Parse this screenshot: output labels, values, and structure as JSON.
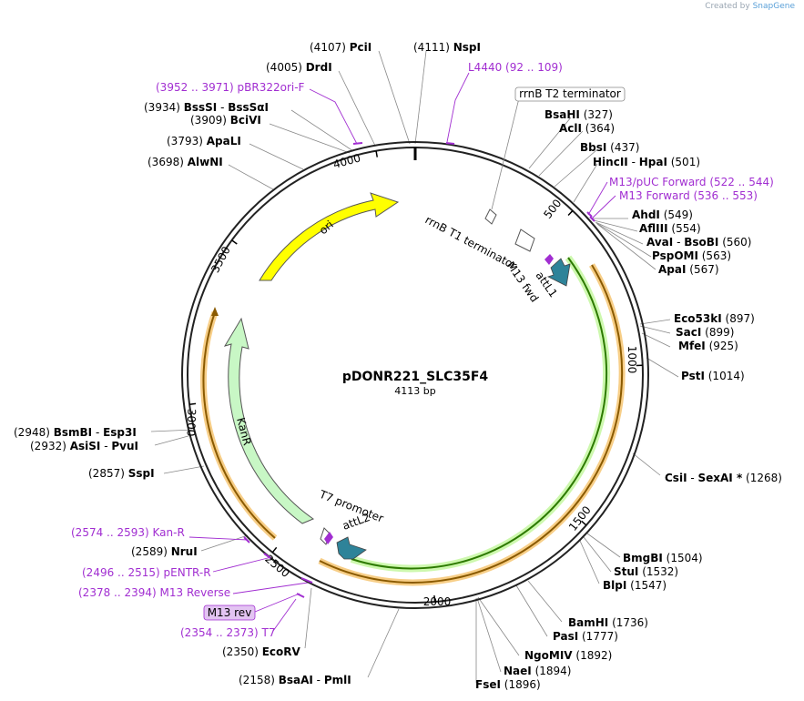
{
  "watermark": {
    "prefix": "Created by",
    "brand": "SnapGene"
  },
  "plasmid": {
    "name": "pDONR221_SLC35F4",
    "length_label": "4113 bp"
  },
  "ticks": [
    "500",
    "1000",
    "1500",
    "2000",
    "2500",
    "3000",
    "3500",
    "4000"
  ],
  "features": [
    {
      "name": "ori",
      "color": "#ffff00"
    },
    {
      "name": "KanR",
      "color": "#c8f7c5"
    },
    {
      "name": "rrnB T1 terminator",
      "color": "#ffffff"
    },
    {
      "name": "M13 fwd",
      "color": "#a12ed1"
    },
    {
      "name": "attL1",
      "color": "#2e8399"
    },
    {
      "name": "T7 promoter",
      "color": "#ffffff"
    },
    {
      "name": "attL2",
      "color": "#2e8399"
    }
  ],
  "boxed_labels": {
    "rrnb_t2": "rrnB T2 terminator",
    "m13_rev": "M13 rev"
  },
  "sites": [
    {
      "pos": "(4107)",
      "name": "PciI"
    },
    {
      "pos": "(4111)",
      "name": "NspI"
    },
    {
      "pos": "(4005)",
      "name": "DrdI"
    },
    {
      "pos": "(3934)",
      "name": "BssSI",
      "alt": "BssSαI"
    },
    {
      "pos": "(3909)",
      "name": "BciVI"
    },
    {
      "pos": "(3793)",
      "name": "ApaLI"
    },
    {
      "pos": "(3698)",
      "name": "AlwNI"
    },
    {
      "pos": "(327)",
      "name": "BsaHI"
    },
    {
      "pos": "(364)",
      "name": "AclI"
    },
    {
      "pos": "(437)",
      "name": "BbsI"
    },
    {
      "pos": "(501)",
      "name": "HincII",
      "alt": "HpaI"
    },
    {
      "pos": "(549)",
      "name": "AhdI"
    },
    {
      "pos": "(554)",
      "name": "AflIII"
    },
    {
      "pos": "(560)",
      "name": "AvaI",
      "alt": "BsoBI"
    },
    {
      "pos": "(563)",
      "name": "PspOMI"
    },
    {
      "pos": "(567)",
      "name": "ApaI"
    },
    {
      "pos": "(897)",
      "name": "Eco53kI"
    },
    {
      "pos": "(899)",
      "name": "SacI"
    },
    {
      "pos": "(925)",
      "name": "MfeI"
    },
    {
      "pos": "(1014)",
      "name": "PstI"
    },
    {
      "pos": "(1268)",
      "name": "CsiI",
      "alt": "SexAI *"
    },
    {
      "pos": "(1504)",
      "name": "BmgBI"
    },
    {
      "pos": "(1532)",
      "name": "StuI"
    },
    {
      "pos": "(1547)",
      "name": "BlpI"
    },
    {
      "pos": "(1736)",
      "name": "BamHI"
    },
    {
      "pos": "(1777)",
      "name": "PasI"
    },
    {
      "pos": "(1892)",
      "name": "NgoMIV"
    },
    {
      "pos": "(1894)",
      "name": "NaeI"
    },
    {
      "pos": "(1896)",
      "name": "FseI"
    },
    {
      "pos": "(2158)",
      "name": "BsaAI",
      "alt": "PmlI"
    },
    {
      "pos": "(2350)",
      "name": "EcoRV"
    },
    {
      "pos": "(2589)",
      "name": "NruI"
    },
    {
      "pos": "(2857)",
      "name": "SspI"
    },
    {
      "pos": "(2932)",
      "name": "AsiSI",
      "alt": "PvuI"
    },
    {
      "pos": "(2948)",
      "name": "BsmBI",
      "alt": "Esp3I"
    }
  ],
  "primers": [
    {
      "name": "L4440",
      "range": "(92 .. 109)"
    },
    {
      "name": "pBR322ori-F",
      "range": "(3952 .. 3971)"
    },
    {
      "name": "M13/pUC Forward",
      "range": "(522 .. 544)"
    },
    {
      "name": "M13 Forward",
      "range": "(536 .. 553)"
    },
    {
      "name": "Kan-R",
      "range": "(2574 .. 2593)"
    },
    {
      "name": "pENTR-R",
      "range": "(2496 .. 2515)"
    },
    {
      "name": "M13 Reverse",
      "range": "(2378 .. 2394)"
    },
    {
      "name": "T7",
      "range": "(2354 .. 2373)"
    }
  ]
}
